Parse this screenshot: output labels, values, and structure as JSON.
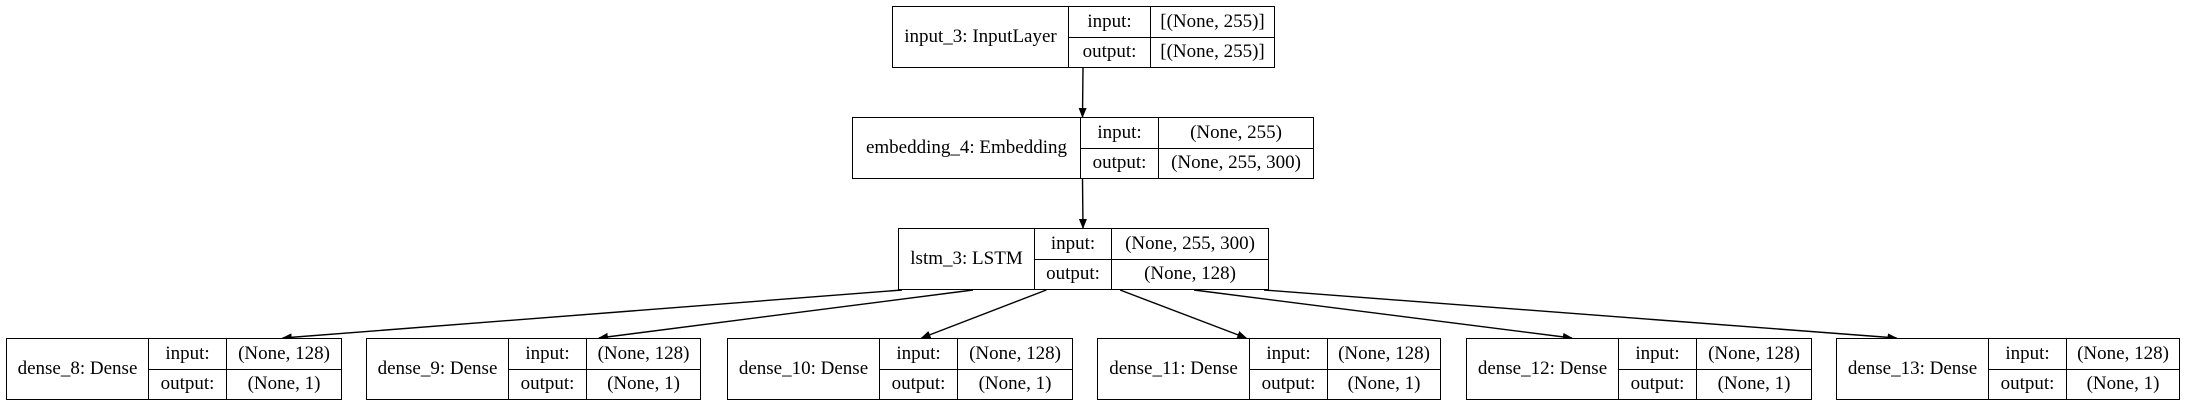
{
  "diagram": {
    "input_label": "input:",
    "output_label": "output:",
    "nodes": [
      {
        "id": "input_3",
        "name": "input_3: InputLayer",
        "input": "[(None, 255)]",
        "output": "[(None, 255)]"
      },
      {
        "id": "embedding_4",
        "name": "embedding_4: Embedding",
        "input": "(None, 255)",
        "output": "(None, 255, 300)"
      },
      {
        "id": "lstm_3",
        "name": "lstm_3: LSTM",
        "input": "(None, 255, 300)",
        "output": "(None, 128)"
      },
      {
        "id": "dense_8",
        "name": "dense_8: Dense",
        "input": "(None, 128)",
        "output": "(None, 1)"
      },
      {
        "id": "dense_9",
        "name": "dense_9: Dense",
        "input": "(None, 128)",
        "output": "(None, 1)"
      },
      {
        "id": "dense_10",
        "name": "dense_10: Dense",
        "input": "(None, 128)",
        "output": "(None, 1)"
      },
      {
        "id": "dense_11",
        "name": "dense_11: Dense",
        "input": "(None, 128)",
        "output": "(None, 1)"
      },
      {
        "id": "dense_12",
        "name": "dense_12: Dense",
        "input": "(None, 128)",
        "output": "(None, 1)"
      },
      {
        "id": "dense_13",
        "name": "dense_13: Dense",
        "input": "(None, 128)",
        "output": "(None, 1)"
      }
    ],
    "edges": [
      [
        "input_3",
        "embedding_4"
      ],
      [
        "embedding_4",
        "lstm_3"
      ],
      [
        "lstm_3",
        "dense_8"
      ],
      [
        "lstm_3",
        "dense_9"
      ],
      [
        "lstm_3",
        "dense_10"
      ],
      [
        "lstm_3",
        "dense_11"
      ],
      [
        "lstm_3",
        "dense_12"
      ],
      [
        "lstm_3",
        "dense_13"
      ]
    ]
  }
}
